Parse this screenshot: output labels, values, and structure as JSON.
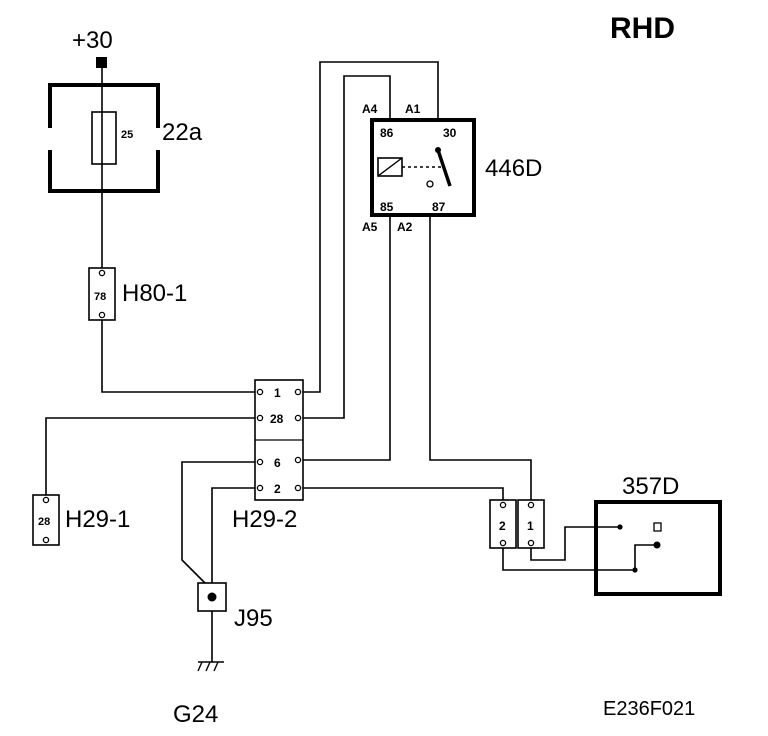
{
  "title": "RHD",
  "drawing_code": "E236F021",
  "supply": {
    "label": "+30"
  },
  "fuse": {
    "name": "22a",
    "rating": "25"
  },
  "relay": {
    "name": "446D",
    "pins": {
      "p86": "86",
      "p30": "30",
      "p85": "85",
      "p87": "87"
    },
    "terminals": {
      "a4": "A4",
      "a1": "A1",
      "a5": "A5",
      "a2": "A2"
    }
  },
  "connectors": {
    "h80_1": {
      "name": "H80-1",
      "pin": "78"
    },
    "h29_1": {
      "name": "H29-1",
      "pin": "28"
    },
    "h29_2": {
      "name": "H29-2",
      "pins": [
        "1",
        "28",
        "6",
        "2"
      ]
    },
    "j95": {
      "name": "J95"
    },
    "g24": {
      "name": "G24"
    }
  },
  "component_357d": {
    "name": "357D",
    "pins": [
      "2",
      "1"
    ]
  }
}
